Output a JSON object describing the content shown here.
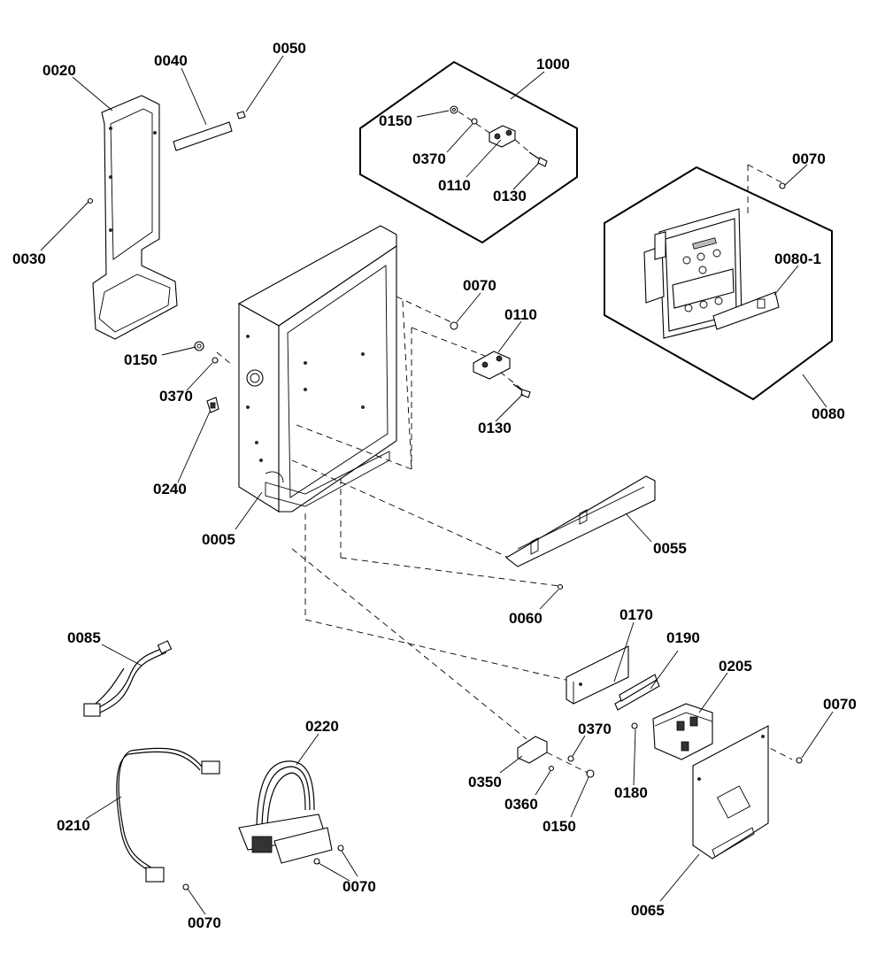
{
  "diagram": {
    "callouts": [
      {
        "id": "c0020",
        "text": "0020"
      },
      {
        "id": "c0040",
        "text": "0040"
      },
      {
        "id": "c0050",
        "text": "0050"
      },
      {
        "id": "c0030",
        "text": "0030"
      },
      {
        "id": "c1000",
        "text": "1000"
      },
      {
        "id": "c0150a",
        "text": "0150"
      },
      {
        "id": "c0370a",
        "text": "0370"
      },
      {
        "id": "c0110a",
        "text": "0110"
      },
      {
        "id": "c0130a",
        "text": "0130"
      },
      {
        "id": "c0070a",
        "text": "0070"
      },
      {
        "id": "c0080-1",
        "text": "0080-1"
      },
      {
        "id": "c0080",
        "text": "0080"
      },
      {
        "id": "c0070b",
        "text": "0070"
      },
      {
        "id": "c0110b",
        "text": "0110"
      },
      {
        "id": "c0130b",
        "text": "0130"
      },
      {
        "id": "c0150b",
        "text": "0150"
      },
      {
        "id": "c0370b",
        "text": "0370"
      },
      {
        "id": "c0240",
        "text": "0240"
      },
      {
        "id": "c0005",
        "text": "0005"
      },
      {
        "id": "c0055",
        "text": "0055"
      },
      {
        "id": "c0060",
        "text": "0060"
      },
      {
        "id": "c0085",
        "text": "0085"
      },
      {
        "id": "c0170",
        "text": "0170"
      },
      {
        "id": "c0190",
        "text": "0190"
      },
      {
        "id": "c0205",
        "text": "0205"
      },
      {
        "id": "c0070c",
        "text": "0070"
      },
      {
        "id": "c0220",
        "text": "0220"
      },
      {
        "id": "c0370c",
        "text": "0370"
      },
      {
        "id": "c0350",
        "text": "0350"
      },
      {
        "id": "c0180",
        "text": "0180"
      },
      {
        "id": "c0360",
        "text": "0360"
      },
      {
        "id": "c0150c",
        "text": "0150"
      },
      {
        "id": "c0210",
        "text": "0210"
      },
      {
        "id": "c0070d",
        "text": "0070"
      },
      {
        "id": "c0070e",
        "text": "0070"
      },
      {
        "id": "c0065",
        "text": "0065"
      }
    ]
  }
}
